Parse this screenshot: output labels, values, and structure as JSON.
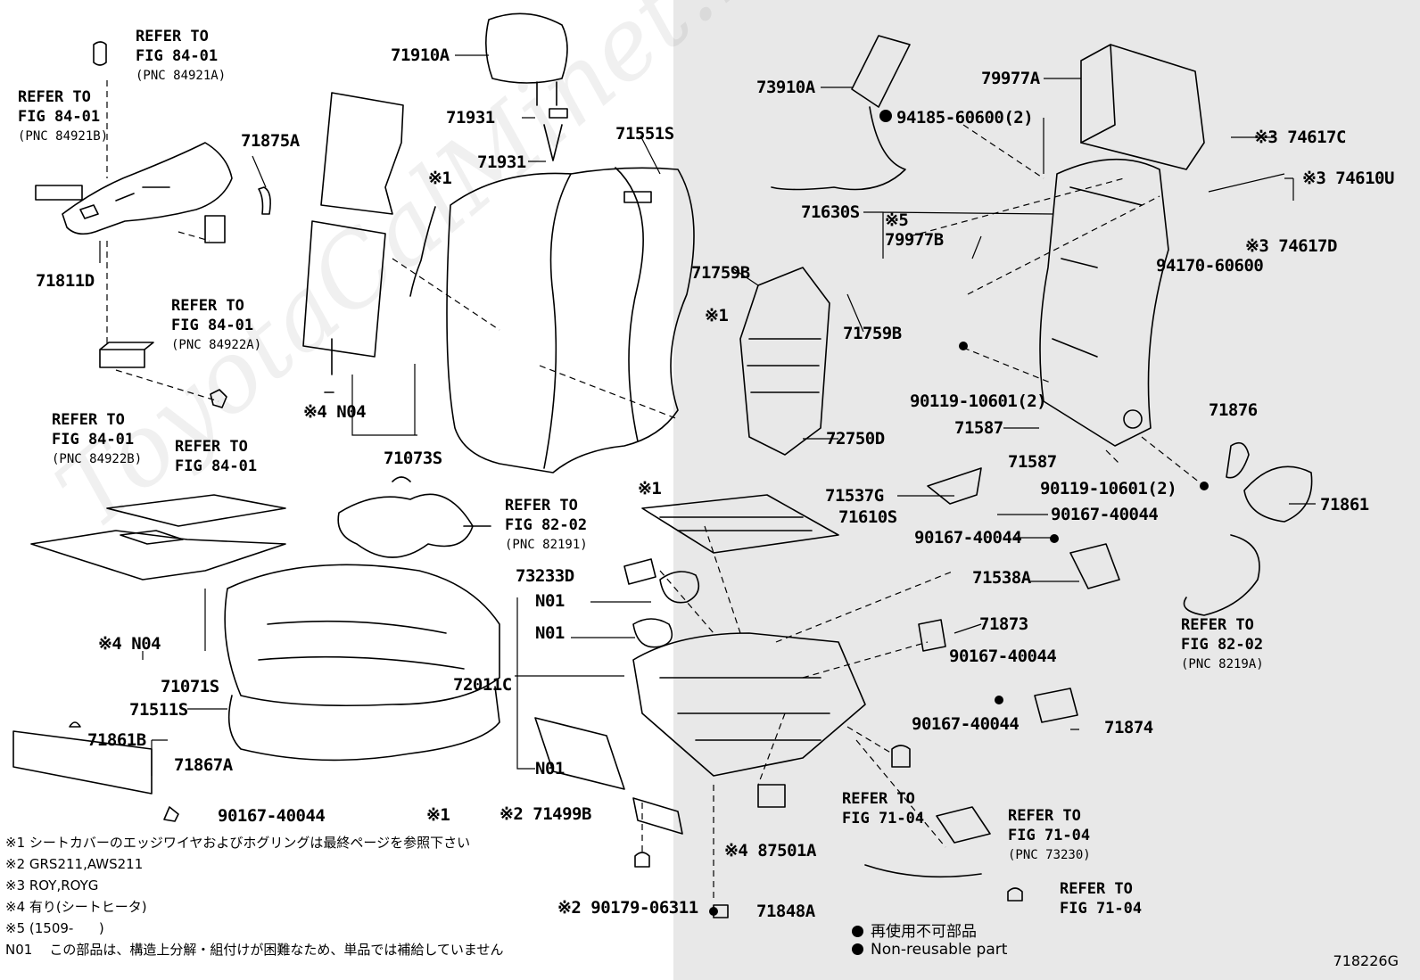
{
  "watermark": "ToyotaCalMinet.ru",
  "diagram_code": "718226G",
  "part_labels": {
    "p71910A": "71910A",
    "p71931a": "71931",
    "p71931b": "71931",
    "p71551S": "71551S",
    "p71875A": "71875A",
    "p71811D": "71811D",
    "n04a": "※4 N04",
    "p71073S": "71073S",
    "p73910A": "73910A",
    "p94185": "94185-60600(2)",
    "p79977A": "79977A",
    "p74617C": "※3 74617C",
    "p74610U": "※3 74610U",
    "p74617D": "※3 74617D",
    "p94170": "94170-60600",
    "p71630S": "71630S",
    "p79977B": "※5\n79977B",
    "p71759Ba": "71759B",
    "p71759Bb": "71759B",
    "p72750D": "72750D",
    "p90119a": "90119-10601(2)",
    "p71587a": "71587",
    "p71587b": "71587",
    "p71876": "71876",
    "p90119b": "90119-10601(2)",
    "p71861": "71861",
    "p71537G": "71537G",
    "p90167a": "90167-40044",
    "p71610S": "71610S",
    "p90167b": "90167-40044",
    "p71538A": "71538A",
    "p73233D": "73233D",
    "n01a": "N01",
    "n01b": "N01",
    "n01c": "N01",
    "p71873": "71873",
    "p90167c": "90167-40044",
    "p90167d": "90167-40044",
    "p71874": "71874",
    "p72011C": "72011C",
    "n04b": "※4 N04",
    "p71071S": "71071S",
    "p71511S": "71511S",
    "p71861B": "71861B",
    "p71867A": "71867A",
    "p90167e": "90167-40044",
    "k1a": "※1",
    "k1b": "※1",
    "k1c": "※1",
    "k1d": "※1",
    "p71499B": "※2 71499B",
    "p87501A": "※4 87501A",
    "p90179": "※2 90179-06311",
    "p71848A": "71848A"
  },
  "references": {
    "r1": {
      "text": "REFER TO\nFIG 84-01",
      "pnc": "(PNC 84921A)"
    },
    "r2": {
      "text": "REFER TO\nFIG 84-01",
      "pnc": "(PNC 84921B)"
    },
    "r3": {
      "text": "REFER TO\nFIG 84-01",
      "pnc": "(PNC 84922A)"
    },
    "r4": {
      "text": "REFER TO\nFIG 84-01",
      "pnc": "(PNC 84922B)"
    },
    "r5": {
      "text": "REFER TO\nFIG 84-01",
      "pnc": ""
    },
    "r6": {
      "text": "REFER TO\nFIG 82-02",
      "pnc": "(PNC 82191)"
    },
    "r7": {
      "text": "REFER TO\nFIG 82-02",
      "pnc": "(PNC 8219A)"
    },
    "r8": {
      "text": "REFER TO\nFIG 71-04",
      "pnc": ""
    },
    "r9": {
      "text": "REFER TO\nFIG 71-04",
      "pnc": "(PNC 73230)"
    },
    "r10": {
      "text": "REFER TO\nFIG 71-04",
      "pnc": ""
    }
  },
  "notes": [
    "※1 シートカバーのエッジワイヤおよびホグリングは最終ページを参照下さい",
    "※2 GRS211,AWS211",
    "※3 ROY,ROYG",
    "※4 有り(シートヒータ)",
    "※5 (1509-      )",
    "N01    この部品は、構造上分解・組付けが困難なため、単品では補給していません"
  ],
  "legend": {
    "jp": "再使用不可部品",
    "en": "Non-reusable part"
  }
}
